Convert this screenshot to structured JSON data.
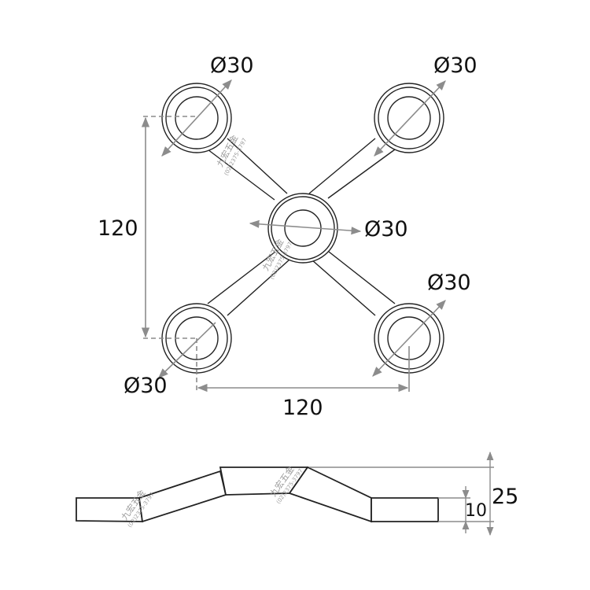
{
  "diagram": {
    "dimensions": {
      "dia_top_left": "Ø30",
      "dia_top_right": "Ø30",
      "dia_center": "Ø30",
      "dia_bottom_right": "Ø30",
      "dia_bottom_left": "Ø30",
      "vertical_spacing": "120",
      "horizontal_spacing": "120",
      "total_height": "25",
      "pad_thickness": "10"
    },
    "watermark": {
      "brand": "九宏五金",
      "phone": "(02)2375-3797"
    },
    "colors": {
      "outline": "#222222",
      "dimension_line": "#8c8c8c",
      "text": "#111111"
    }
  }
}
